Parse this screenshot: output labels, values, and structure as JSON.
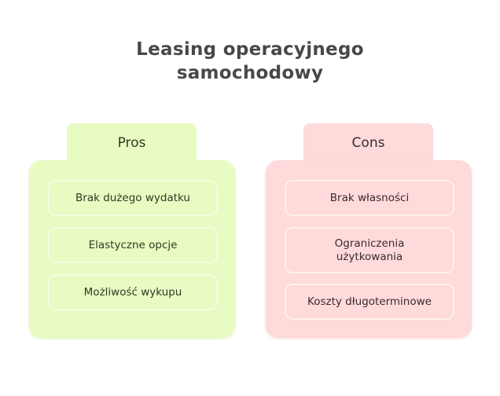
{
  "title": {
    "line1": "Leasing operacyjnego",
    "line2": "samochodowy"
  },
  "pros": {
    "label": "Pros",
    "color": "#e8fbc2",
    "items": [
      {
        "label": "Brak dużego wydatku"
      },
      {
        "label": "Elastyczne opcje"
      },
      {
        "label": "Możliwość wykupu"
      }
    ]
  },
  "cons": {
    "label": "Cons",
    "color": "#fedadb",
    "items": [
      {
        "label": "Brak własności"
      },
      {
        "label": "Ograniczenia użytkowania"
      },
      {
        "label": "Koszty długoterminowe"
      }
    ]
  }
}
